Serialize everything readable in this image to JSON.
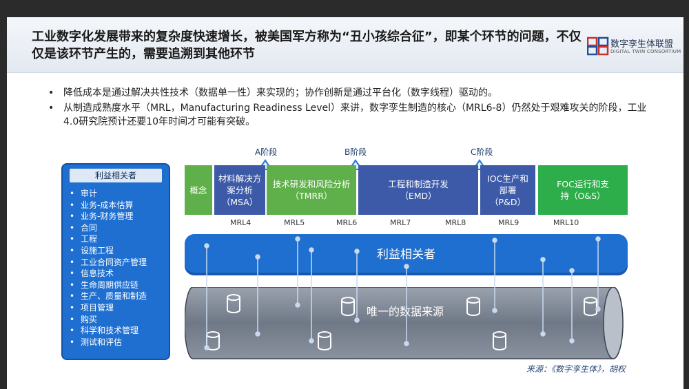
{
  "title": "工业数字化发展带来的复杂度快速增长，被美国军方称为“丑小孩综合征”，即某个环节的问题，不仅仅是该环节产生的，需要追溯到其他环节",
  "logo": {
    "name_cn": "数字孪生体联盟",
    "name_en": "DIGITAL TWIN CONSORTIUM"
  },
  "bullets": [
    "降低成本是通过解决共性技术（数据单一性）来实现的；协作创新是通过平台化（数字线程）驱动的。",
    "从制造成熟度水平（MRL，Manufacturing Readiness Level）来讲，数字孪生制造的核心（MRL6-8）仍然处于艰难攻关的阶段，工业4.0研究院预计还要10年时间才可能有突破。"
  ],
  "bullet_symbol": "•",
  "stakeholders": {
    "title": "利益相关者",
    "items": [
      "审计",
      "业务-成本估算",
      "业务-财务管理",
      "合同",
      "工程",
      "设施工程",
      "工业合同资产管理",
      "信息技术",
      "生命周期供应链",
      "生产、质量和制造",
      "项目管理",
      "购买",
      "科学和技术管理",
      "测试和评估"
    ]
  },
  "milestones": [
    "A阶段",
    "B阶段",
    "C阶段"
  ],
  "phases": [
    {
      "label": "概念",
      "color": "#5fb04a"
    },
    {
      "label": "材料解决方案分析（MSA）",
      "color": "#3d5aa8"
    },
    {
      "label": "技术研发和风险分析（TMRR）",
      "color": "#5fb04a"
    },
    {
      "label": "工程和制造开发（EMD）",
      "color": "#3d5aa8"
    },
    {
      "label": "IOC生产和部署（P&D）",
      "color": "#3d5aa8"
    },
    {
      "label": "FOC运行和支持（O&S）",
      "color": "#2eae4a"
    }
  ],
  "mrl_labels": [
    "MRL4",
    "MRL5",
    "MRL6",
    "MRL7",
    "MRL8",
    "MRL9",
    "MRL10"
  ],
  "stakeholder_bar": "利益相关者",
  "data_source": "唯一的数据来源",
  "source_note": "来源：《数字孪生体》，胡权",
  "colors": {
    "accent_blue": "#1f6fd0",
    "phase_blue": "#3d5aa8",
    "phase_green": "#5fb04a",
    "cylinder_gray": "#7f8795"
  }
}
